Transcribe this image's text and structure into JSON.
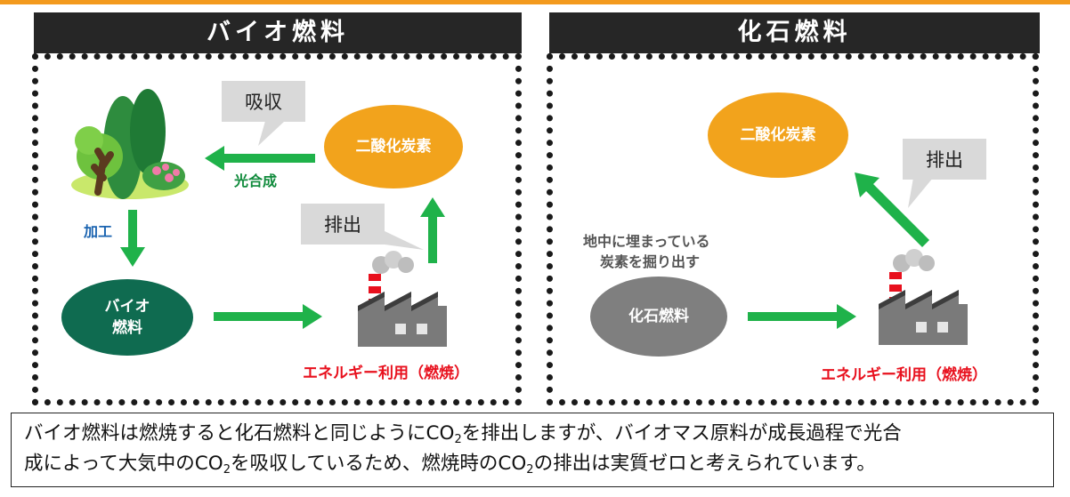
{
  "colors": {
    "accent_orange": "#f39a1e",
    "panel_header": "#262626",
    "co2_ellipse": "#f2a31c",
    "biofuel_ellipse": "#0f6b50",
    "fossil_ellipse": "#7f7f7f",
    "arrow_green": "#1fb24a",
    "energy_red": "#e8101d",
    "process_blue": "#1a63b0",
    "bubble_gray": "#d9d9d9"
  },
  "bio": {
    "title": "バイオ燃料",
    "co2": "二酸化炭素",
    "absorb": "吸収",
    "photosynthesis": "光合成",
    "process": "加工",
    "fuel_line1": "バイオ",
    "fuel_line2": "燃料",
    "emit": "排出",
    "energy": "エネルギー利用（燃焼）"
  },
  "fossil": {
    "title": "化石燃料",
    "co2": "二酸化炭素",
    "emit": "排出",
    "note_line1": "地中に埋まっている",
    "note_line2": "炭素を掘り出す",
    "fuel": "化石燃料",
    "energy": "エネルギー利用（燃焼）"
  },
  "caption": {
    "l1a": "バイオ燃料は燃焼すると化石燃料と同じように",
    "co2": "CO",
    "sub": "2",
    "l1b": "を排出しますが、バイオマス原料が成長過程で光合",
    "l2a": "成によって大気中の",
    "l2b": "を吸収しているため、燃焼時の",
    "l2c": "の排出は実質ゼロと考えられています。"
  }
}
